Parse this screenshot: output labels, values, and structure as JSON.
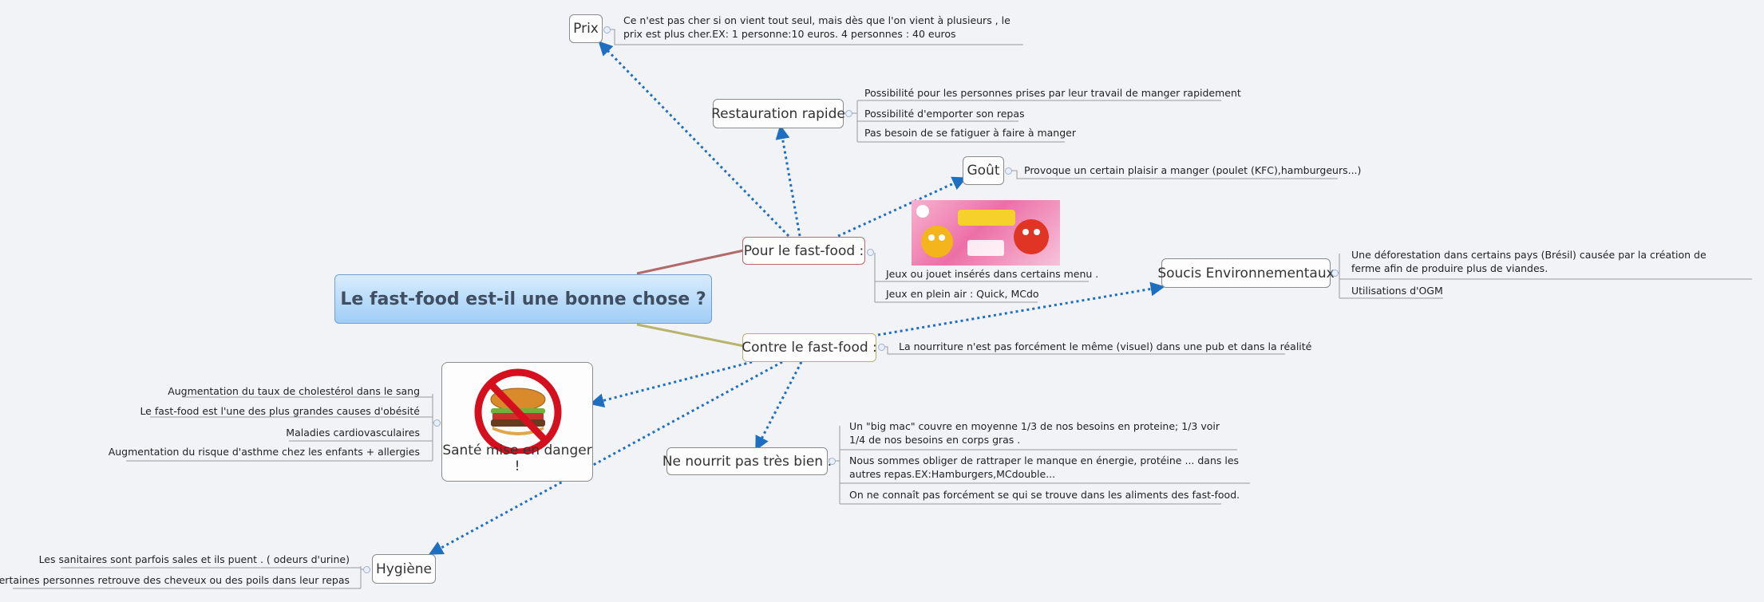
{
  "central": {
    "title": "Le fast-food est-il une bonne chose ?"
  },
  "pour": {
    "label": "Pour le fast-food :",
    "leaves": [
      "Jeux ou jouet insérés dans certains menu .",
      "Jeux en plein air : Quick, MCdo"
    ]
  },
  "contre": {
    "label": "Contre le fast-food :",
    "leaves": [
      "La nourriture n'est pas forcément le même (visuel) dans une pub et dans la réalité"
    ]
  },
  "prix": {
    "label": "Prix",
    "leaves": [
      "Ce n'est pas cher si on vient tout seul, mais dès que l'on vient à plusieurs , le prix est plus cher.EX: 1 personne:10 euros. 4 personnes : 40 euros"
    ]
  },
  "restauration": {
    "label": "Restauration rapide",
    "leaves": [
      "Possibilité pour les personnes prises par leur travail de manger rapidement",
      "Possibilité d'emporter son repas",
      "Pas besoin de se fatiguer à faire à manger"
    ]
  },
  "gout": {
    "label": "Goût",
    "leaves": [
      "Provoque un certain plaisir a manger (poulet (KFC),hamburgeurs...)"
    ]
  },
  "soucis": {
    "label": "Soucis Environnementaux",
    "leaves": [
      "Une déforestation dans certains pays (Brésil) causée par la création de ferme afin de produire plus de viandes.",
      "Utilisations d'OGM"
    ]
  },
  "sante": {
    "label": "Santé mise en danger !",
    "leaves": [
      "Augmentation du taux de cholestérol dans le sang",
      "Le fast-food est l'une des plus grandes causes d'obésité",
      "Maladies cardiovasculaires",
      "Augmentation du risque d'asthme chez les enfants + allergies"
    ]
  },
  "nourrit": {
    "label": "Ne nourrit pas très bien :",
    "leaves": [
      "Un \"big mac\" couvre en moyenne 1/3 de nos besoins en proteine; 1/3 voir 1/4 de nos besoins en corps gras .",
      "Nous sommes obliger de rattraper le manque en énergie, protéine ... dans les autres repas.EX:Hamburgers,MCdouble...",
      "On ne connaît pas forcément se qui se trouve dans les aliments des fast-food."
    ]
  },
  "hygiene": {
    "label": "Hygiène",
    "leaves": [
      "Les sanitaires sont parfois sales et ils puent . ( odeurs d'urine)",
      "Certaines personnes retrouve des cheveux ou des poils dans leur repas"
    ]
  },
  "colors": {
    "central_border": "#6e9fd0",
    "pour_branch": "#b06a6a",
    "contre_branch": "#b8b46e",
    "relation": "#1f6fc0",
    "leaf_line": "#9a9a9a"
  }
}
